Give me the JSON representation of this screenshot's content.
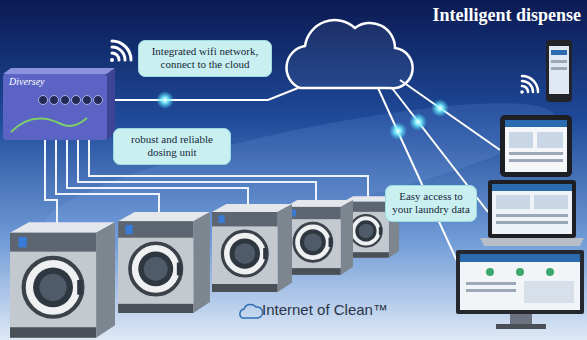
{
  "diagram": {
    "title": "Intelligent dispense",
    "nodes": [
      {
        "text": [
          "Diversey"
        ]
      },
      {
        "text": [
          "Integrated wifi network, connect to the cloud"
        ]
      },
      {
        "text": [
          "robust and reliable dosing unit"
        ]
      },
      {
        "text": [
          "Easy access to your laundry data"
        ]
      }
    ],
    "labels": [
      "Internet of Clean™"
    ]
  }
}
